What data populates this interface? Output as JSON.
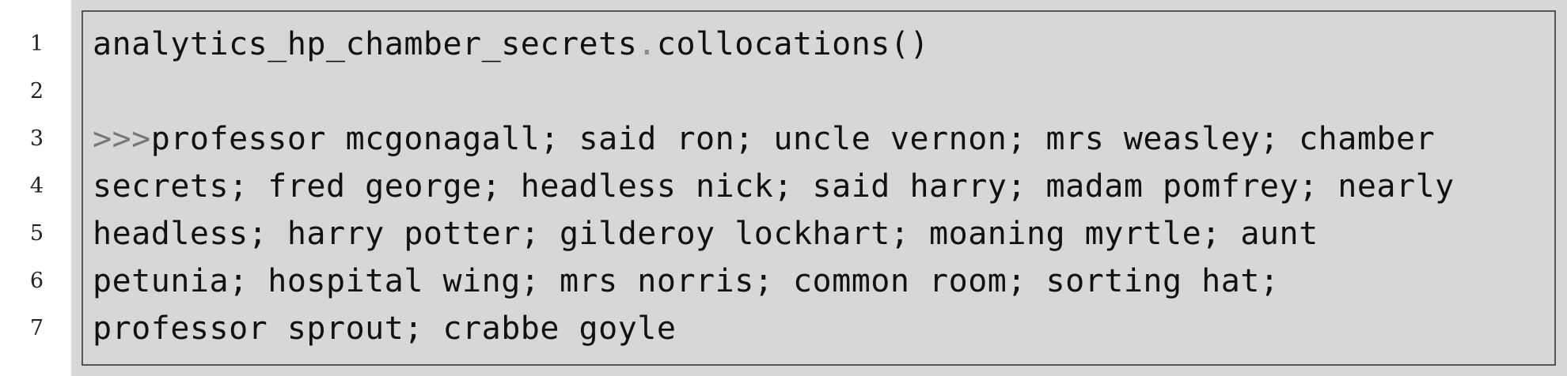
{
  "line_numbers": [
    "1",
    "2",
    "3",
    "4",
    "5",
    "6",
    "7"
  ],
  "code": {
    "call_object": "analytics_hp_chamber_secrets",
    "call_dot": ".",
    "call_method": "collocations()",
    "prompt": ">>>",
    "output_line_1": "professor mcgonagall; said ron; uncle vernon; mrs weasley; chamber",
    "output_line_2": "secrets; fred george; headless nick; said harry; madam pomfrey; nearly",
    "output_line_3": "headless; harry potter; gilderoy lockhart; moaning myrtle; aunt",
    "output_line_4": "petunia; hospital wing; mrs norris; common room; sorting hat;",
    "output_line_5": "professor sprout; crabbe goyle"
  }
}
